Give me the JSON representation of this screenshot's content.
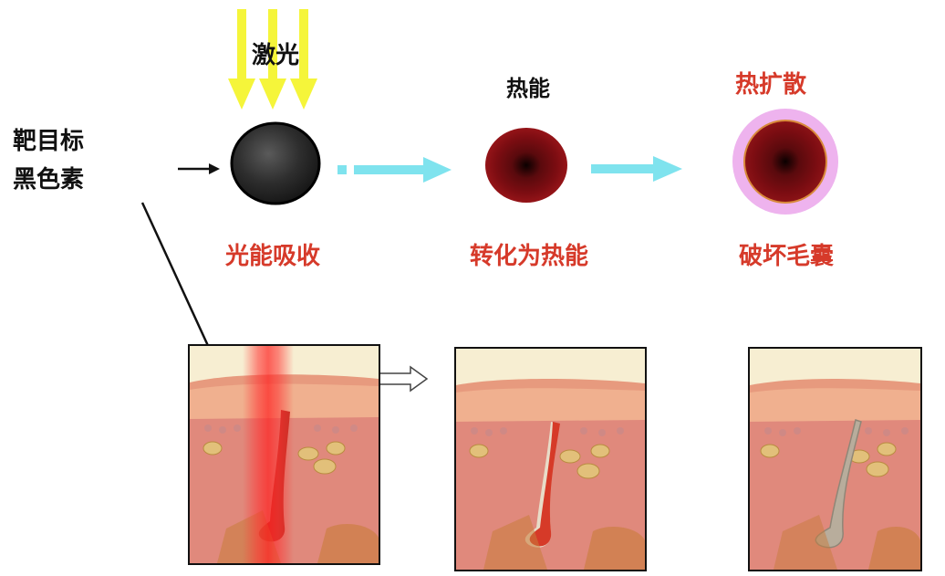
{
  "colors": {
    "label_red": "#d63a2a",
    "label_black": "#111111",
    "laser_yellow": "#f5f53a",
    "arrow_cyan": "#7fe3ee",
    "pigment_black": "#222222",
    "heat_red": "#7a0a0e",
    "diffusion_ring": "#eeb3ee"
  },
  "labels": {
    "target": [
      "靶目标",
      "黑色素"
    ],
    "laser": "激光",
    "heat_energy": "热能",
    "heat_diffusion": "热扩散",
    "step1": "光能吸收",
    "step2": "转化为热能",
    "step3": "破坏毛囊"
  },
  "icons": [
    "down-arrow-icon",
    "right-arrow-icon",
    "hollow-right-arrow-icon"
  ]
}
